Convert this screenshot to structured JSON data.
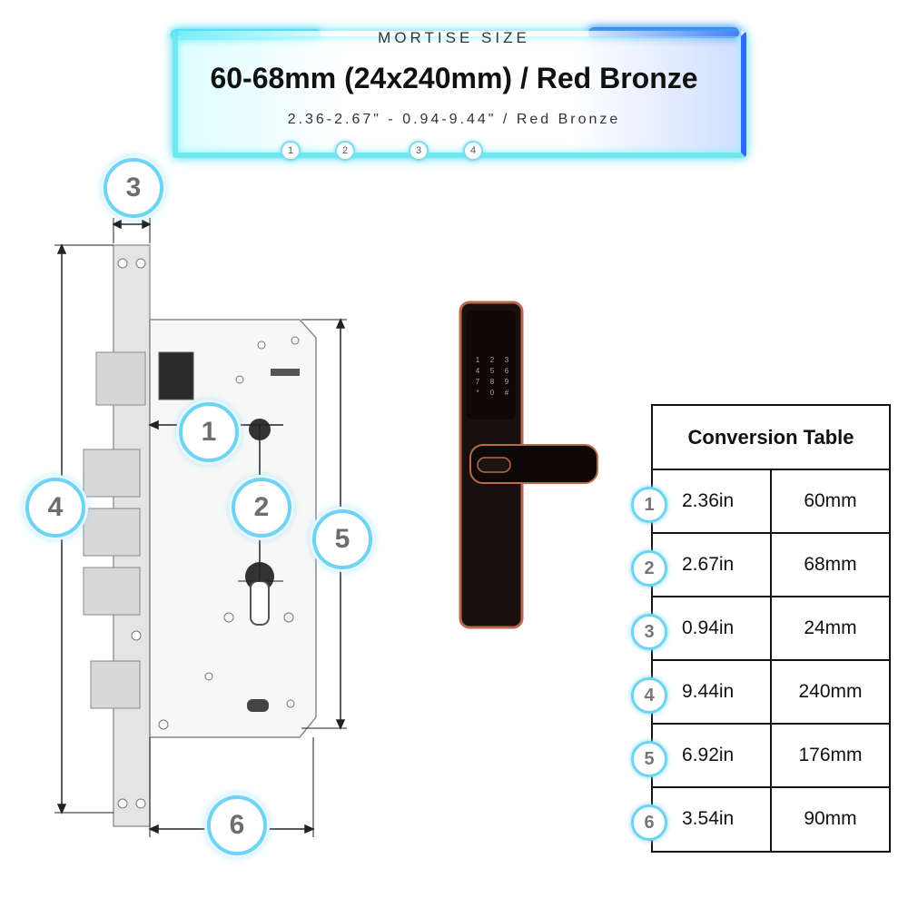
{
  "header": {
    "kicker": "MORTISE SIZE",
    "title": "60-68mm (24x240mm) / Red Bronze",
    "subtitle": "2.36-2.67\" - 0.94-9.44\" / Red Bronze",
    "markers": [
      "1",
      "2",
      "3",
      "4"
    ]
  },
  "diagram_labels": [
    "1",
    "2",
    "3",
    "4",
    "5",
    "6"
  ],
  "keypad": [
    "1",
    "2",
    "3",
    "4",
    "5",
    "6",
    "7",
    "8",
    "9",
    "*",
    "0",
    "#"
  ],
  "table": {
    "title": "Conversion Table",
    "rows": [
      {
        "n": "1",
        "in": "2.36in",
        "mm": "60mm"
      },
      {
        "n": "2",
        "in": "2.67in",
        "mm": "68mm"
      },
      {
        "n": "3",
        "in": "0.94in",
        "mm": "24mm"
      },
      {
        "n": "4",
        "in": "9.44in",
        "mm": "240mm"
      },
      {
        "n": "5",
        "in": "6.92in",
        "mm": "176mm"
      },
      {
        "n": "6",
        "in": "3.54in",
        "mm": "90mm"
      }
    ]
  },
  "colors": {
    "accent_cyan": "#6fd3f2",
    "accent_blue": "#2e6cf2",
    "lock_body": "#1a0f0f",
    "lock_trim": "#b86a4a"
  }
}
